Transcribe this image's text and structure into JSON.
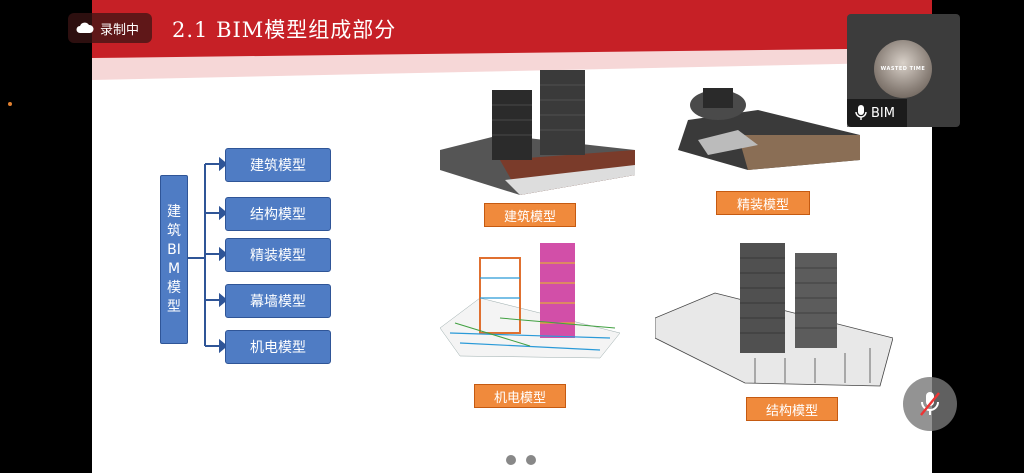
{
  "recording": {
    "label": "录制中"
  },
  "slide": {
    "title": "2.1 BIM模型组成部分",
    "tree": {
      "root": "建筑BIM模型",
      "nodes": [
        "建筑模型",
        "结构模型",
        "精装模型",
        "幕墙模型",
        "机电模型"
      ]
    },
    "images": [
      {
        "label": "建筑模型"
      },
      {
        "label": "精装模型"
      },
      {
        "label": "机电模型"
      },
      {
        "label": "结构模型"
      }
    ]
  },
  "participant": {
    "name": "BIM",
    "avatar_text": "WASTED TIME"
  },
  "pager": {
    "count": 2
  },
  "colors": {
    "banner": "#c62026",
    "node": "#4f7cc4",
    "label": "#f08a3c"
  }
}
